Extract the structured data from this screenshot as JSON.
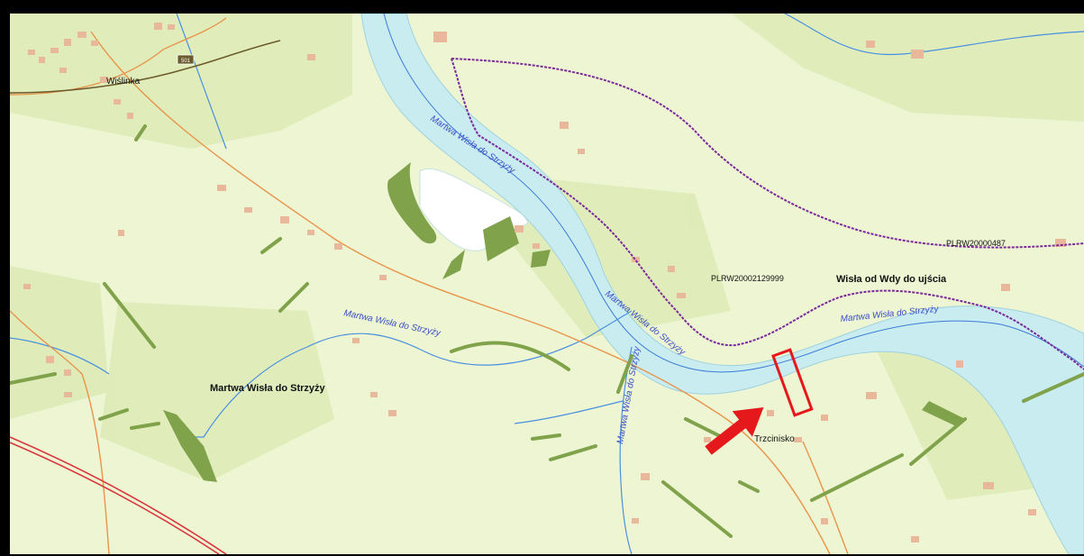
{
  "map": {
    "places": {
      "wislinka": "Wiślinka",
      "trzcinisko": "Trzcinisko"
    },
    "road_shield": "501",
    "water_bodies": {
      "martwa_wisla": "Martwa Wisła do Strzyży",
      "wisla_od_wdy": "Wisła od Wdy do ujścia"
    },
    "river_labels": {
      "upper": "Martwa Wisła do Strzyży",
      "middle_left": "Martwa Wisła do Strzyży",
      "middle_right": "Martwa Wisła do Strzyży",
      "vertical": "Martwa Wisła do Strzyży",
      "wisla_right": "Martwa Wisła do Strzyży"
    },
    "codes": {
      "plrw_1": "PLRW20000487",
      "plrw_2": "PLRW20002129999"
    },
    "colors": {
      "background": "#edf5d2",
      "river": "#c9ecf0",
      "river_line": "#3b7bd6",
      "boundary": "#7b2a9c",
      "road": "#e8944a",
      "rail": "#d9363e",
      "forest": "#7fa24a",
      "building": "#e9b79a",
      "highlight": "#e5191b"
    }
  }
}
